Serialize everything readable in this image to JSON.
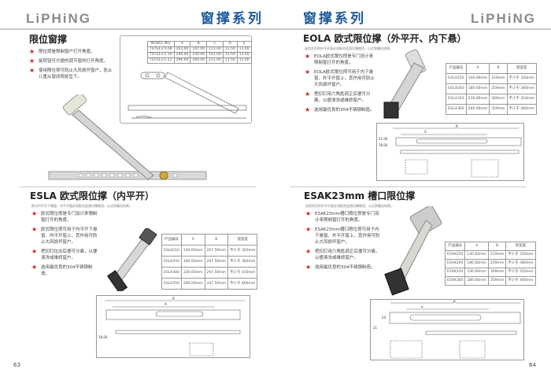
{
  "header": {
    "logo": "LiPHiNG",
    "series_left": "窗撑系列",
    "series_right": "窗撑系列"
  },
  "left_page": {
    "section1": {
      "title": "限位窗撑",
      "bullets": [
        "限位撑是限制窗户打开角度。",
        "旋转钮可方便的调节窗的打开角度。",
        "使用限位撑可防止大风损坏窗户，防止儿童从窗间隙处坠下。"
      ],
      "table": {
        "headers": [
          "MODEL NO.",
          "A",
          "B",
          "C",
          "D",
          "E"
        ],
        "rows": [
          [
            "TSTS13.5-08",
            "203.00",
            "187.00",
            "123.00",
            "13.50",
            "13.00"
          ],
          [
            "TSTS13.5-10",
            "246.00",
            "230.00",
            "161.00",
            "13.50",
            "13.00"
          ],
          [
            "TSTS13.5-12",
            "296.00",
            "280.00",
            "211.00",
            "13.50",
            "13.00"
          ]
        ]
      }
    },
    "section2": {
      "title": "ESLA 欧式限位撑（内平开）",
      "note": "欧式内平开下悬窗、内平开窗必须配合此限位撑使用，以达到最佳效果。",
      "bullets": [
        "欧式限位撑是专门设计来限制窗打开的角度。",
        "欧式限位撑可用于内平开下悬窗、内平开窗上，其作用可防止大风损坏窗户。",
        "把扣钉拉出后便可分离，以便清洗或维修窗户。",
        "选用最优良的304不锈钢制造。"
      ],
      "table": {
        "headers": [
          "产品编号",
          "A",
          "B",
          "窗宽度"
        ],
        "rows": [
          [
            "ESLA210",
            "140.00mm",
            "207.50mm",
            "不少于 320mm"
          ],
          [
            "ESLA250",
            "180.00mm",
            "247.50mm",
            "不少于 360mm"
          ],
          [
            "ESLA300",
            "230.00mm",
            "297.50mm",
            "不少于 410mm"
          ],
          [
            "ESLA350",
            "280.00mm",
            "347.50mm",
            "不少于 460mm"
          ]
        ]
      },
      "dims": {
        "a": "A",
        "b": "B",
        "h": "18.00"
      }
    },
    "page_number": "63"
  },
  "right_page": {
    "section1": {
      "title": "EOLA 欧式限位撑（外平开、内下悬）",
      "note": "选用合页的外平开窗必须配合此限位撑使用，以达到最佳效果。",
      "bullets": [
        "EOLA欧式限位撑是专门设计来限制窗打开的角度。",
        "EOLA欧式限位撑可用于内下悬窗、外平开窗上，其作用可防止大风损坏窗户。",
        "把扣钉用六角匙调正后便可分离，以便清洗或维修窗户。",
        "选用最优良的304不锈钢制造。"
      ],
      "table": {
        "headers": [
          "产品编号",
          "A",
          "B",
          "窗宽度"
        ],
        "rows": [
          [
            "EOLA220",
            "140.00mm",
            "219mm",
            "不少于 320mm"
          ],
          [
            "EOLA260",
            "180.00mm",
            "259mm",
            "不少于 360mm"
          ],
          [
            "EOLA310",
            "230.00mm",
            "309mm",
            "不少于 410mm"
          ],
          [
            "EOLA360",
            "280.00mm",
            "359mm",
            "不少于 460mm"
          ]
        ]
      },
      "dims": {
        "a": "A",
        "b": "B",
        "h1": "21.00",
        "h2": "18.00"
      }
    },
    "section2": {
      "title": "ESAK23mm 槽口限位撑",
      "note": "选用合页的外平开窗必须配合此限位撑使用，以达到最佳效果。",
      "bullets": [
        "ESAK23mm槽口限位撑是专门设计来限制窗打开的角度。",
        "ESAK23mm槽口限位撑可用于内下悬窗、外平开窗上，其作用可防止大风损坏窗户。",
        "把扣钉用六角匙调正后便可分离，以便清洗或维修窗户。",
        "选用最优良的304不锈钢制造。"
      ],
      "table": {
        "headers": [
          "产品编号",
          "A",
          "B",
          "窗宽度"
        ],
        "rows": [
          [
            "ESAK220",
            "140.00mm",
            "219mm",
            "不少于 320mm"
          ],
          [
            "ESAK260",
            "180.00mm",
            "259mm",
            "不少于 360mm"
          ],
          [
            "ESAK310",
            "230.00mm",
            "309mm",
            "不少于 410mm"
          ],
          [
            "ESAK360",
            "280.00mm",
            "359mm",
            "不少于 460mm"
          ]
        ]
      },
      "dims": {
        "a": "A",
        "b": "B",
        "h1": "24",
        "h2": "21"
      }
    },
    "page_number": "64"
  }
}
